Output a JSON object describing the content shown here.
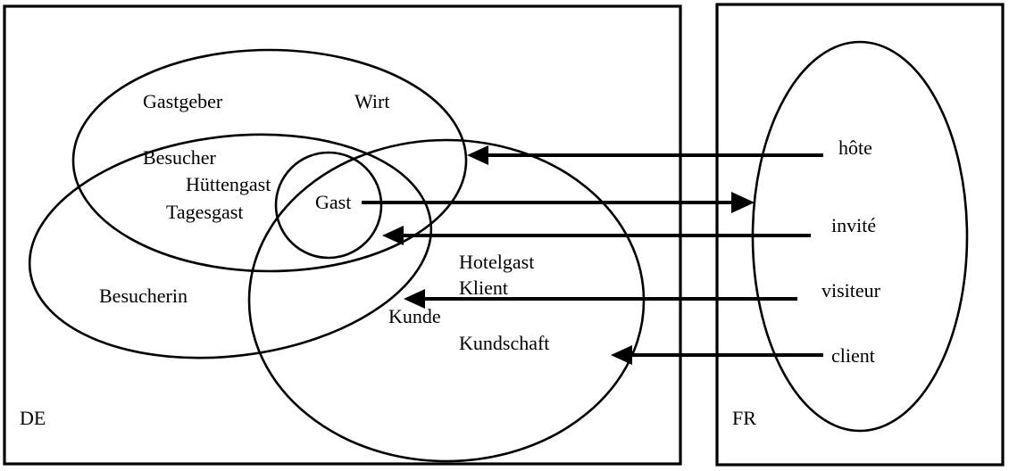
{
  "boxes": {
    "de": {
      "label": "DE"
    },
    "fr": {
      "label": "FR"
    }
  },
  "de_words": {
    "gastgeber": "Gastgeber",
    "wirt": "Wirt",
    "besucher": "Besucher",
    "huettengast": "Hüttengast",
    "tagesgast": "Tagesgast",
    "gast": "Gast",
    "besucherin": "Besucherin",
    "hotelgast": "Hotelgast",
    "klient": "Klient",
    "kunde": "Kunde",
    "kundschaft": "Kundschaft"
  },
  "fr_words": {
    "hote": "hôte",
    "invite": "invité",
    "visiteur": "visiteur",
    "client": "client"
  }
}
